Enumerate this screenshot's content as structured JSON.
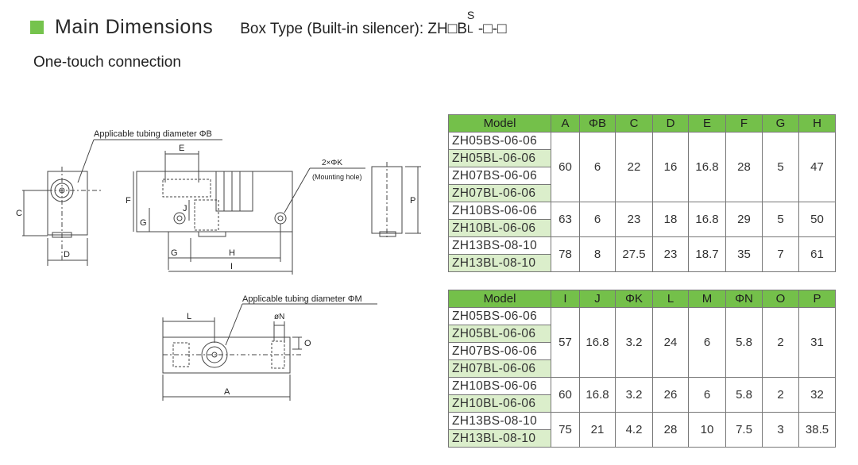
{
  "header": {
    "title": "Main Dimensions",
    "box_type": "Box Type (Built-in silencer): ZH□B",
    "variant_top": "S",
    "variant_bottom": "L",
    "box_type_suffix": "-□-□",
    "subtitle": "One-touch connection"
  },
  "drawing": {
    "callout_b": "Applicable tubing diameter ΦB",
    "callout_m": "Applicable tubing diameter ΦM",
    "mount_k": "2×ΦK",
    "mount_hole": "(Mounting hole)",
    "dims": {
      "C": "C",
      "D": "D",
      "E": "E",
      "F": "F",
      "G": "G",
      "J": "J",
      "H": "H",
      "I": "I",
      "P": "P",
      "L": "L",
      "N": "øN",
      "O": "O",
      "A": "A",
      "G2": "G"
    }
  },
  "table1": {
    "headers": [
      "Model",
      "A",
      "ΦB",
      "C",
      "D",
      "E",
      "F",
      "G",
      "H"
    ],
    "groups": [
      {
        "models": [
          "ZH05BS-06-06",
          "ZH05BL-06-06",
          "ZH07BS-06-06",
          "ZH07BL-06-06"
        ],
        "values": [
          "60",
          "6",
          "22",
          "16",
          "16.8",
          "28",
          "5",
          "47"
        ]
      },
      {
        "models": [
          "ZH10BS-06-06",
          "ZH10BL-06-06"
        ],
        "values": [
          "63",
          "6",
          "23",
          "18",
          "16.8",
          "29",
          "5",
          "50"
        ]
      },
      {
        "models": [
          "ZH13BS-08-10",
          "ZH13BL-08-10"
        ],
        "values": [
          "78",
          "8",
          "27.5",
          "23",
          "18.7",
          "35",
          "7",
          "61"
        ]
      }
    ]
  },
  "table2": {
    "headers": [
      "Model",
      "I",
      "J",
      "ΦK",
      "L",
      "M",
      "ΦN",
      "O",
      "P"
    ],
    "groups": [
      {
        "models": [
          "ZH05BS-06-06",
          "ZH05BL-06-06",
          "ZH07BS-06-06",
          "ZH07BL-06-06"
        ],
        "values": [
          "57",
          "16.8",
          "3.2",
          "24",
          "6",
          "5.8",
          "2",
          "31"
        ]
      },
      {
        "models": [
          "ZH10BS-06-06",
          "ZH10BL-06-06"
        ],
        "values": [
          "60",
          "16.8",
          "3.2",
          "26",
          "6",
          "5.8",
          "2",
          "32"
        ]
      },
      {
        "models": [
          "ZH13BS-08-10",
          "ZH13BL-08-10"
        ],
        "values": [
          "75",
          "21",
          "4.2",
          "28",
          "10",
          "7.5",
          "3",
          "38.5"
        ]
      }
    ]
  }
}
